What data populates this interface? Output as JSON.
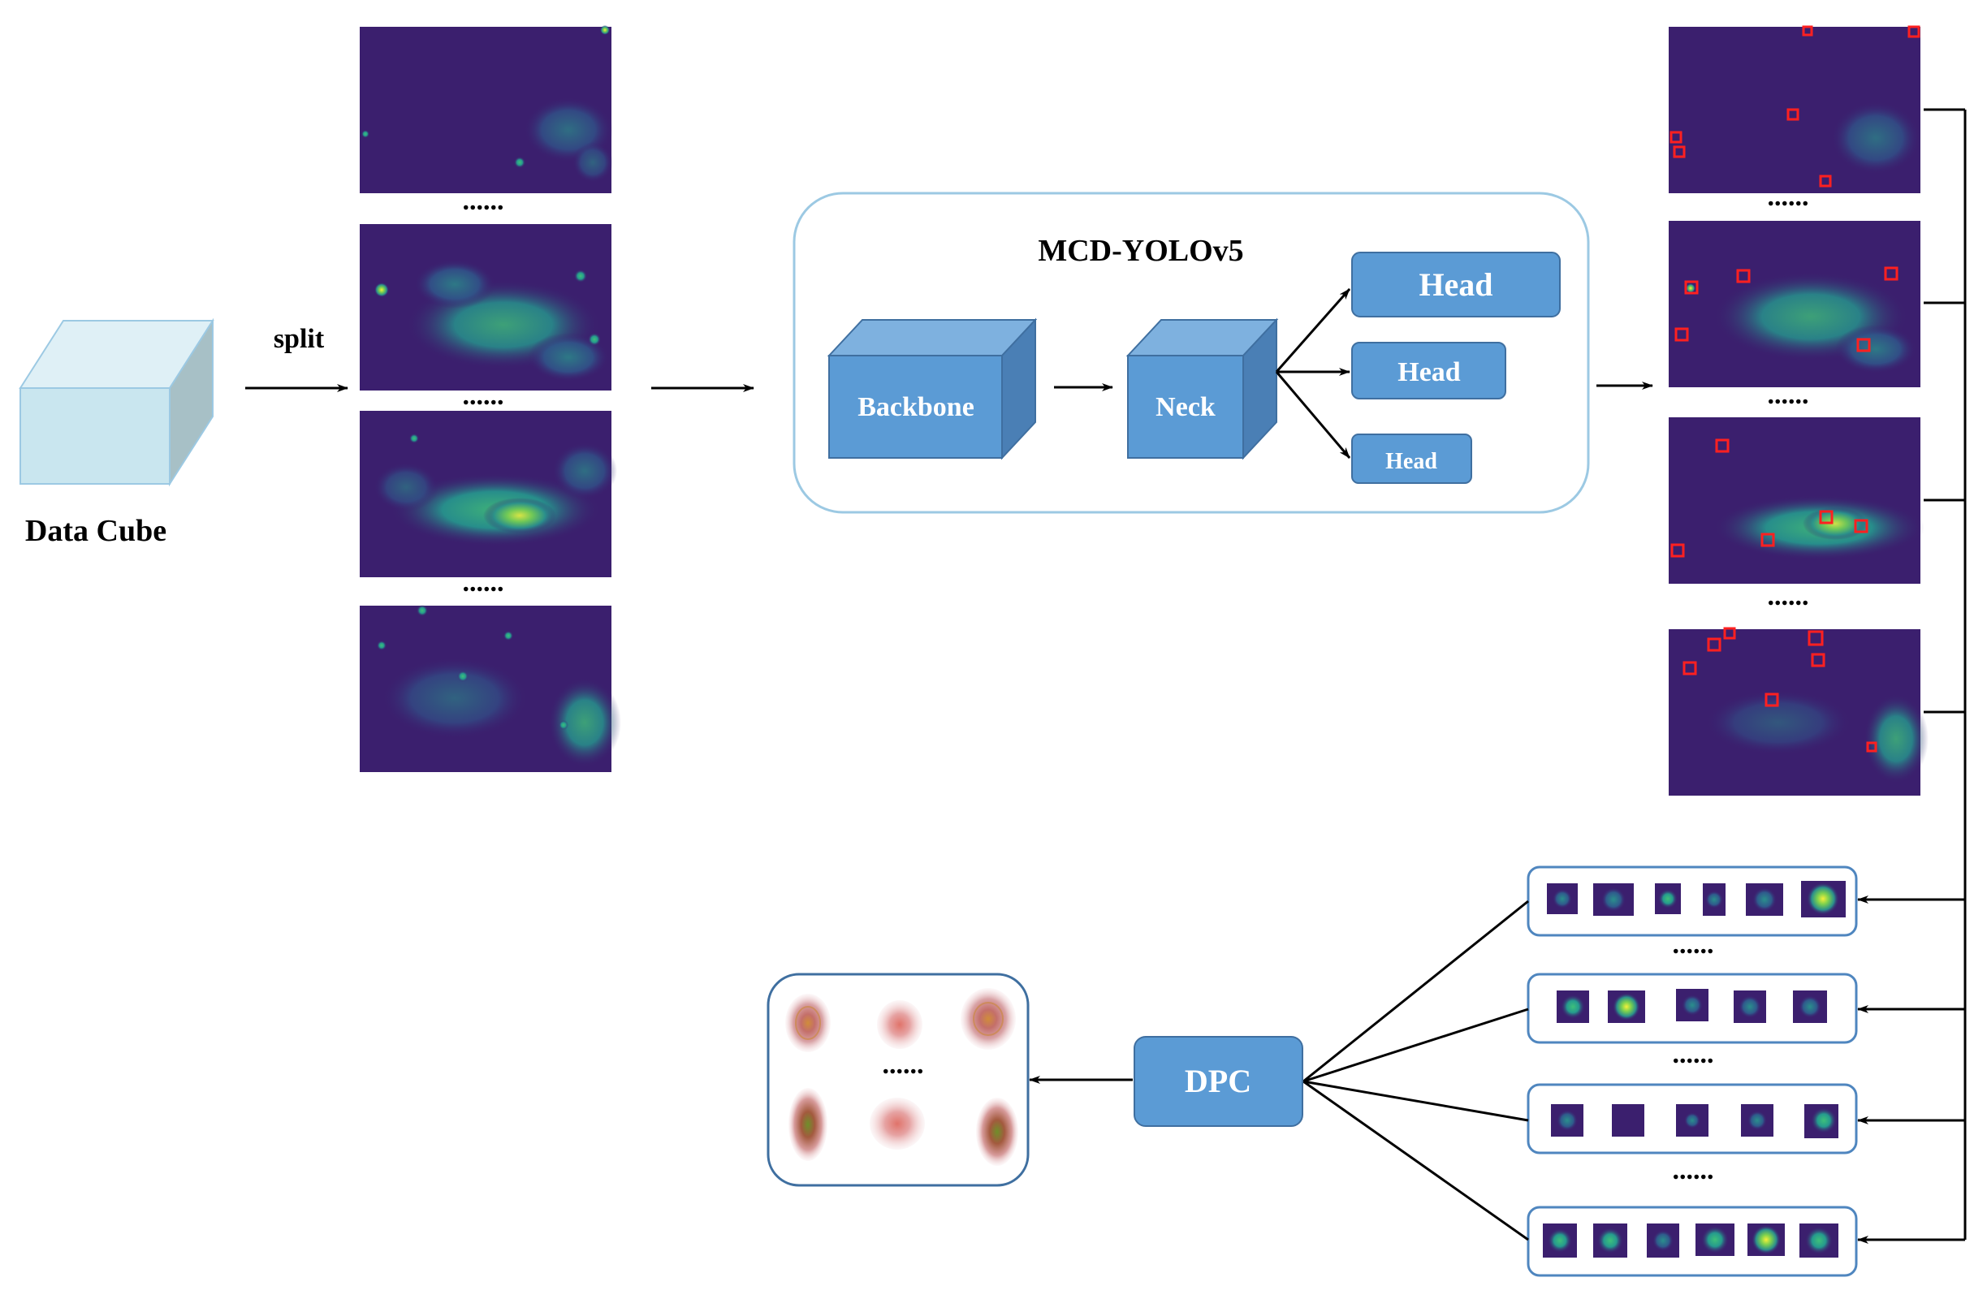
{
  "labels": {
    "data_cube": "Data Cube",
    "split": "split",
    "model_title": "MCD-YOLOv5",
    "backbone": "Backbone",
    "neck": "Neck",
    "head_large": "Head",
    "head_medium": "Head",
    "head_small": "Head",
    "dpc": "DPC",
    "ellipsis": "......"
  },
  "colors": {
    "block_front": "#5b9bd5",
    "block_top": "#7eb1df",
    "block_side": "#4a7fb5",
    "block_border": "#3f6fa0",
    "cube_front": "#c9e6ef",
    "cube_top": "#dff0f6",
    "cube_side": "#a7c0c6",
    "panel_border": "#9cc9e3",
    "map_background": "#3b1f6e",
    "map_emission": "#2aa890",
    "map_bright": "#c6e53a",
    "detection_box": "#ff2020",
    "arrow": "#000000",
    "text": "#000000",
    "block_text": "#ffffff"
  },
  "icons": {
    "data_cube": "data-cube-icon",
    "slice_map": "intensity-map-thumbnail",
    "detected_clump": "clump-thumbnail",
    "clump_3d": "3d-clump-contour-icon"
  }
}
